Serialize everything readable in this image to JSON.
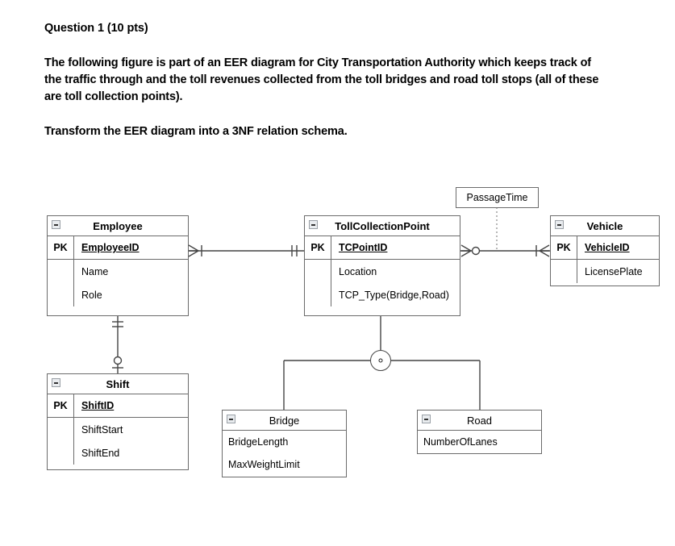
{
  "question": {
    "title": "Question 1 (10 pts)",
    "paragraph1": "The following figure is part of an EER diagram for City Transportation Authority which keeps track of the traffic through and the toll revenues collected from the toll bridges and road toll stops (all of these are toll collection points).",
    "paragraph2": "Transform the EER diagram into a 3NF relation schema."
  },
  "diagram": {
    "entities": {
      "employee": {
        "name": "Employee",
        "collapse_icon": "minus-box-icon",
        "pk_label": "PK",
        "pk_attribute": "EmployeeID",
        "attributes": [
          "Name",
          "Role"
        ]
      },
      "toll_collection_point": {
        "name": "TollCollectionPoint",
        "collapse_icon": "minus-box-icon",
        "pk_label": "PK",
        "pk_attribute": "TCPointID",
        "attributes": [
          "Location",
          "TCP_Type(Bridge,Road)"
        ]
      },
      "vehicle": {
        "name": "Vehicle",
        "collapse_icon": "minus-box-icon",
        "pk_label": "PK",
        "pk_attribute": "VehicleID",
        "attributes": [
          "LicensePlate"
        ]
      },
      "shift": {
        "name": "Shift",
        "collapse_icon": "minus-box-icon",
        "pk_label": "PK",
        "pk_attribute": "ShiftID",
        "attributes": [
          "ShiftStart",
          "ShiftEnd"
        ]
      },
      "bridge": {
        "name": "Bridge",
        "collapse_icon": "minus-box-icon",
        "attributes": [
          "BridgeLength",
          "MaxWeightLimit"
        ]
      },
      "road": {
        "name": "Road",
        "collapse_icon": "minus-box-icon",
        "attributes": [
          "NumberOfLanes"
        ]
      }
    },
    "associative_attribute": {
      "label": "PassageTime",
      "connector": "dotted-line"
    },
    "specialization": {
      "symbol": "o",
      "meaning": "overlapping-specialization-circle",
      "parent": "TollCollectionPoint",
      "children": [
        "Bridge",
        "Road"
      ]
    },
    "relationships": [
      {
        "from": "Employee",
        "to": "TollCollectionPoint",
        "from_cardinality": "many",
        "to_cardinality": "one-and-only-one"
      },
      {
        "from": "Employee",
        "to": "Shift",
        "from_cardinality": "one-and-only-one",
        "to_cardinality": "zero-or-one"
      },
      {
        "from": "TollCollectionPoint",
        "to": "Vehicle",
        "from_cardinality": "zero-or-many",
        "to_cardinality": "one-or-many"
      }
    ],
    "colors": {
      "line": "#444444",
      "border": "#6b6b6b",
      "background": "#ffffff",
      "icon_fill": "#e9ecef"
    }
  }
}
